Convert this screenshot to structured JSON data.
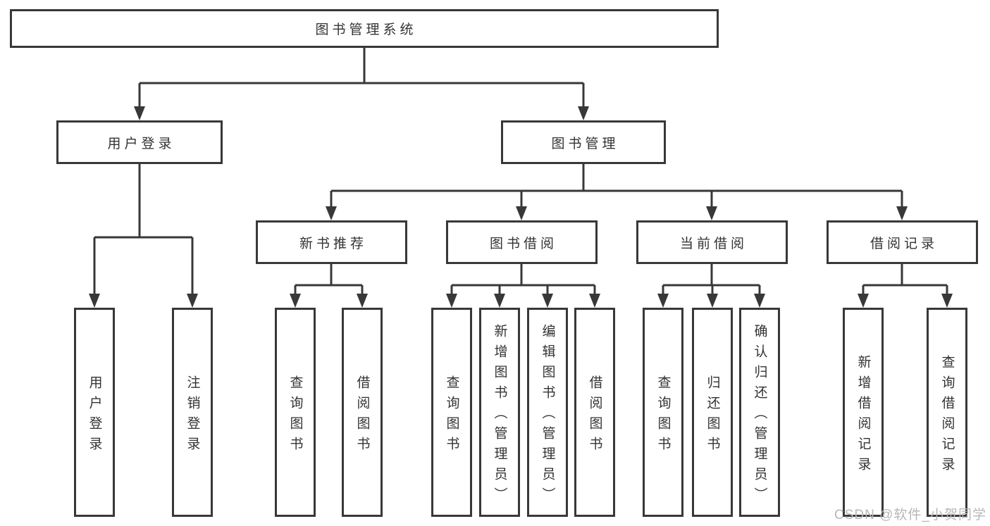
{
  "diagram": {
    "root": {
      "label": "图书管理系统"
    },
    "branches": [
      {
        "label": "用户登录",
        "children": [
          "用户登录",
          "注销登录"
        ]
      },
      {
        "label": "图书管理",
        "children": [
          {
            "label": "新书推荐",
            "children": [
              "查询图书",
              "借阅图书"
            ]
          },
          {
            "label": "图书借阅",
            "children": [
              "查询图书",
              "新增图书（管理员）",
              "编辑图书（管理员）",
              "借阅图书"
            ]
          },
          {
            "label": "当前借阅",
            "children": [
              "查询图书",
              "归还图书",
              "确认归还（管理员）"
            ]
          },
          {
            "label": "借阅记录",
            "children": [
              "新增借阅记录",
              "查询借阅记录"
            ]
          }
        ]
      }
    ]
  },
  "watermark": {
    "text": "CSDN @软件_小贺同学"
  },
  "colors": {
    "line": "#383838",
    "box_border": "#383838",
    "text": "#333333",
    "watermark": "#b7b7b7",
    "background": "#ffffff"
  }
}
